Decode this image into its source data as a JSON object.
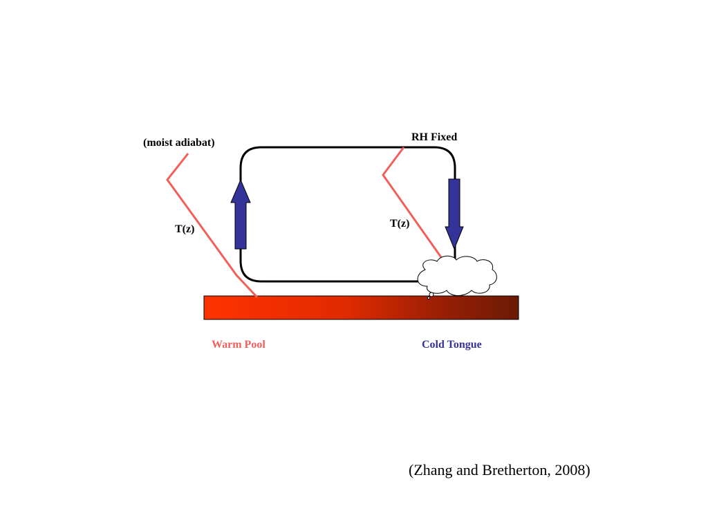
{
  "labels": {
    "moist_adiabat": "(moist adiabat)",
    "rh_fixed": "RH Fixed",
    "tz_left": "T(z)",
    "tz_right": "T(z)",
    "warm_pool": "Warm Pool",
    "cold_tongue": "Cold Tongue"
  },
  "citation": "(Zhang and Bretherton, 2008)",
  "colors": {
    "profile_line": "#f0605a",
    "arrow_fill": "#333399",
    "circulation_loop": "#000000",
    "warm_pool_text": "#f0605a",
    "cold_tongue_text": "#333399",
    "ocean_gradient_start": "#ff3300",
    "ocean_gradient_end": "#6b1a05",
    "cloud_fill": "#ffffff"
  },
  "icons": {
    "cloud": "cloud-icon",
    "up_arrow": "up-arrow-icon",
    "down_arrow": "down-arrow-icon"
  }
}
